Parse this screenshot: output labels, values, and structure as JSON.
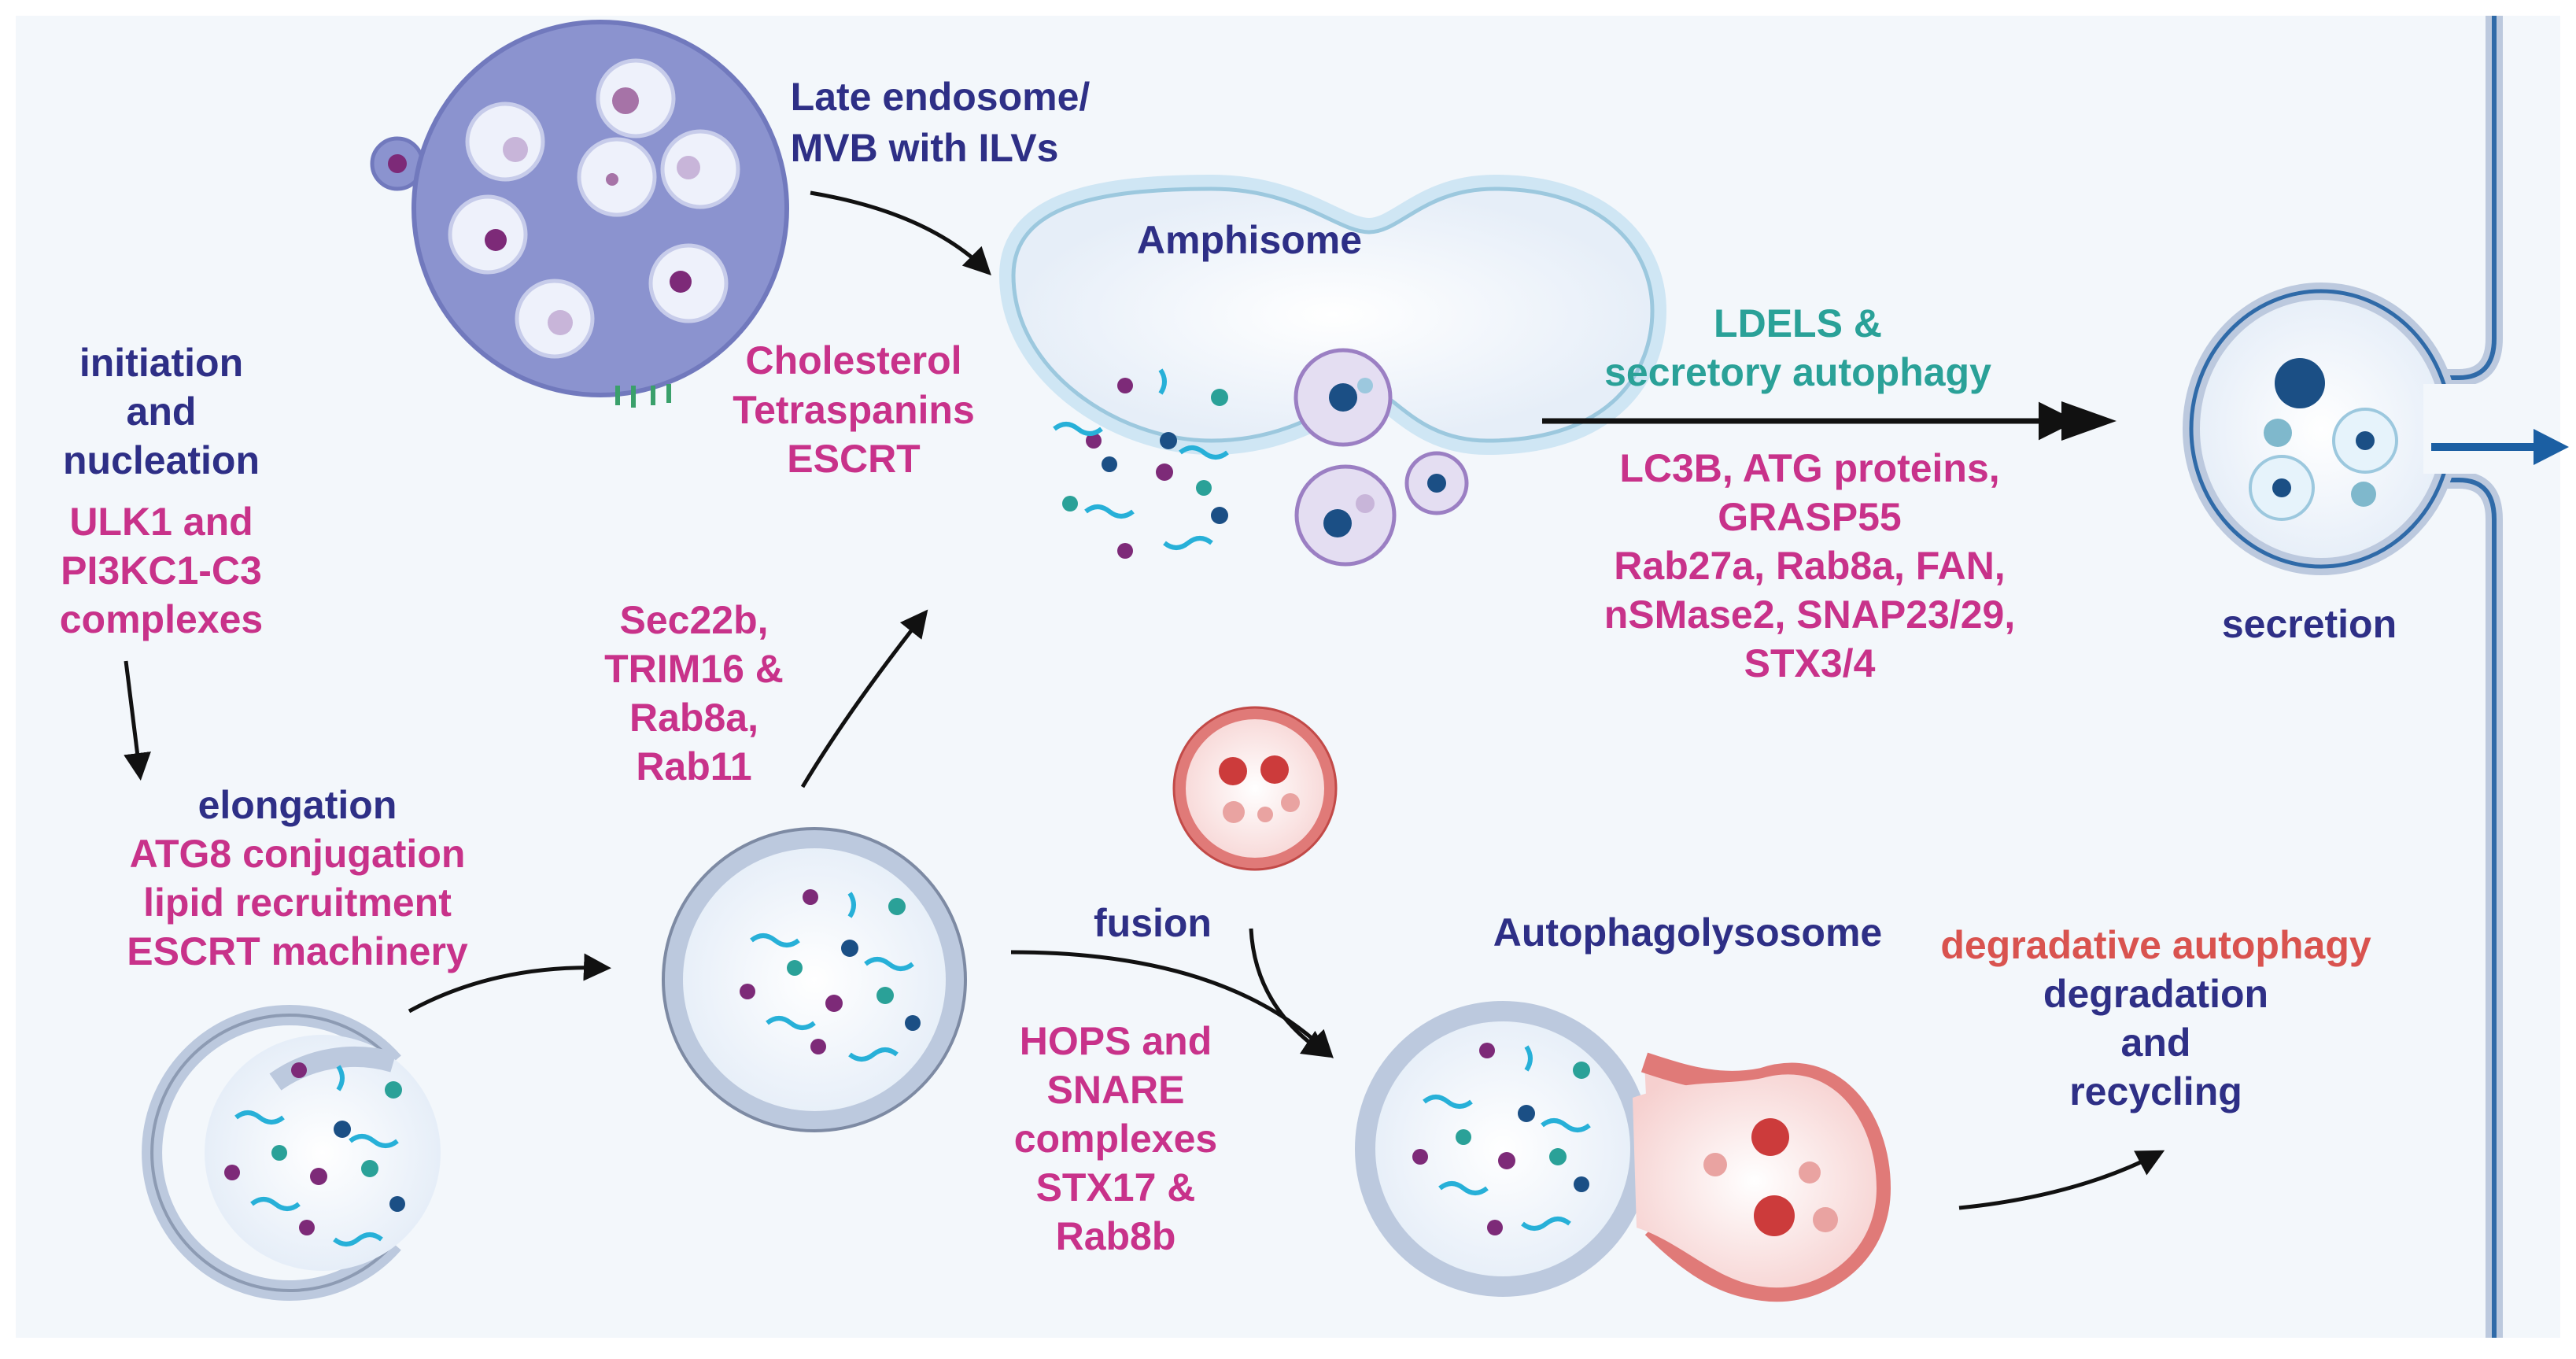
{
  "labels": {
    "late_endosome_1": "Late endosome/",
    "late_endosome_2": "MVB with ILVs",
    "amphisome": "Amphisome",
    "cholesterol": "Cholesterol",
    "tetraspanins": "Tetraspanins",
    "escrt": "ESCRT",
    "initiation": "initiation",
    "and": "and",
    "nucleation": "nucleation",
    "ulk1": "ULK1 and",
    "pi3k": "PI3KC1-C3",
    "complexes": "complexes",
    "elongation": "elongation",
    "atg8": "ATG8 conjugation",
    "lipid": "lipid recruitment",
    "escrt_machinery": "ESCRT machinery",
    "sec22b": "Sec22b,",
    "trim16": "TRIM16 &",
    "rab8a": "Rab8a,",
    "rab11": "Rab11",
    "ldels": "LDELS &",
    "secretory": "secretory autophagy",
    "lc3b": "LC3B, ATG proteins,",
    "grasp55": "GRASP55",
    "rab27a": "Rab27a, Rab8a, FAN,",
    "nsmase2": "nSMase2, SNAP23/29,",
    "stx34": "STX3/4",
    "secretion": "secretion",
    "fusion": "fusion",
    "hops": "HOPS and",
    "snare": "SNARE",
    "complexes2": "complexes",
    "stx17": "STX17 &",
    "rab8b": "Rab8b",
    "autophagolysosome": "Autophagolysosome",
    "degradative": "degradative autophagy",
    "degradation": "degradation",
    "and2": "and",
    "recycling": "recycling"
  },
  "colors": {
    "navy": "#2e2f86",
    "pink": "#c8328a",
    "teal": "#2aa198",
    "red": "#d9534f",
    "membrane": "#a9b8cf",
    "lysosome": "#e07a78",
    "mvb": "#8b93cf",
    "background": "#f2f6fb"
  }
}
